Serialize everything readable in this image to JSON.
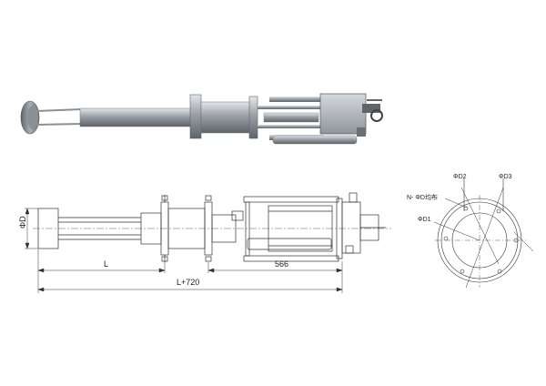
{
  "drawing": {
    "dim_L": "L",
    "dim_566": "566",
    "dim_L720": "L+720",
    "dim_phiD": "ΦD",
    "flange": {
      "label_D2": "ΦD2",
      "label_D3": "ΦD3",
      "label_D1": "ΦD1",
      "label_holes": "N- ΦD均布"
    }
  }
}
